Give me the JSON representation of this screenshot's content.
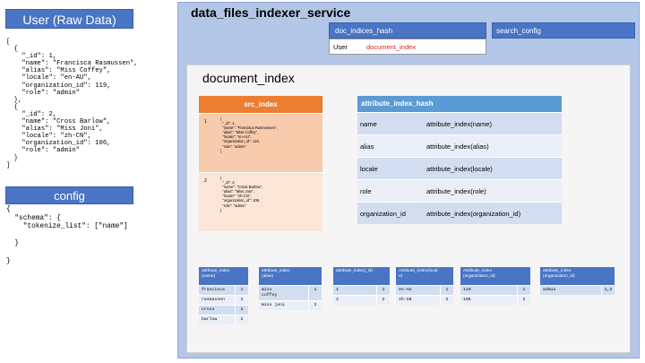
{
  "user": {
    "title": "User (Raw Data)",
    "json": "[\n  {\n    \"_id\": 1,\n    \"name\": \"Francisca Rasmussen\",\n    \"alias\": \"Miss Coffey\",\n    \"locale\": \"en-AU\",\n    \"organization_id\": 119,\n    \"role\": \"admin\"\n  },\n  {\n    \"_id\": 2,\n    \"name\": \"Cross Barlow\",\n    \"alias\": \"Miss Joni\",\n    \"locale\": \"zh-CN\",\n    \"organization_id\": 106,\n    \"role\": \"admin\"\n  }\n]"
  },
  "config": {
    "title": "config",
    "json": "{\n  \"schema\": {\n    \"tokenize_list\": [\"name\"]\n\n  }\n\n}"
  },
  "service": {
    "title": "data_files_indexer_service",
    "doc_indices_hash": {
      "header": "doc_indices_hash",
      "key": "User",
      "value": "document_index"
    },
    "search_config": "search_config"
  },
  "document_index": {
    "title": "document_index",
    "src_index": {
      "header": "src_index",
      "rows": [
        {
          "num": "1",
          "body": "{\n  \"_id\": 1,\n  \"name\": \"Francisca Rasmussen\",\n  \"alias\": \"Miss Coffey\",\n  \"locale\": \"en-AU\",\n  \"organization_id\": 119,\n  \"role\": \"admin\"\n}"
        },
        {
          "num": "2",
          "body": "{\n  \"_id\": 2,\n  \"name\": \"Cross Barlow\",\n  \"alias\": \"Miss Joni\",\n  \"locale\": \"zh-CN\",\n  \"organization_id\": 106,\n  \"role\": \"admin\"\n}"
        }
      ]
    },
    "attribute_index_hash": {
      "header": "attribute_index_hash",
      "rows": [
        {
          "key": "name",
          "value": "attribute_index(name)"
        },
        {
          "key": "alias",
          "value": "attribute_index(alias)"
        },
        {
          "key": "locale",
          "value": "attribute_index(locale)"
        },
        {
          "key": "role",
          "value": "attribute_index(role)"
        },
        {
          "key": "organization_id",
          "value": "attribute_index(organization_id)"
        }
      ]
    },
    "mini_tables": [
      {
        "header": "attribute_index\n(name)",
        "rows": [
          [
            "francisca",
            "1"
          ],
          [
            "rasmussen",
            "1"
          ],
          [
            "cross",
            "2"
          ],
          [
            "barlow",
            "2"
          ]
        ]
      },
      {
        "header": "attribute_index\n(alias)",
        "rows": [
          [
            "miss\ncoffey",
            "1"
          ],
          [
            "miss joni",
            "2"
          ]
        ]
      },
      {
        "header": "attribute_index(_id)",
        "rows": [
          [
            "1",
            "1"
          ],
          [
            "2",
            "2"
          ]
        ]
      },
      {
        "header": "Attribute_index(local\ne)",
        "rows": [
          [
            "en-AU",
            "1"
          ],
          [
            "zh-CN",
            "2"
          ]
        ]
      },
      {
        "header": "Attribute_index\n(organization_id)",
        "rows": [
          [
            "119",
            "1"
          ],
          [
            "106",
            "2"
          ]
        ]
      },
      {
        "header": "attribute_index\n(organization_id)",
        "rows": [
          [
            "admin",
            "1,2"
          ]
        ]
      }
    ]
  },
  "colors": {
    "blue_header": "#4a74c4",
    "service_bg": "#b3c6e7",
    "src_header": "#ed7d31",
    "src_row1": "#f8cbad",
    "src_row2": "#fbe5d6",
    "hash_header": "#5b9bd5",
    "highlight_text": "#e0261d"
  }
}
